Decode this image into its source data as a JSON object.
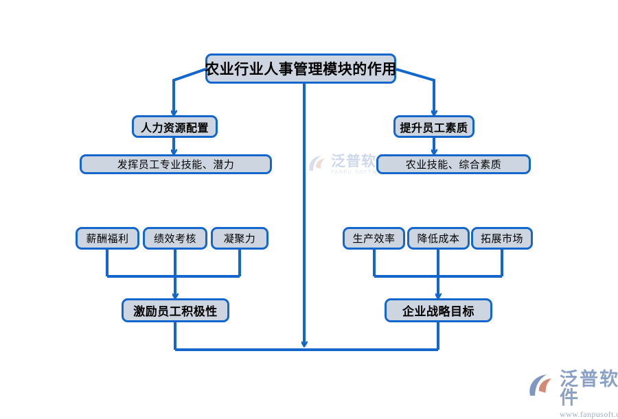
{
  "diagram": {
    "title": "农业行业人事管理模块的作用",
    "type": "flowchart",
    "nodes": [
      {
        "id": "root",
        "label": "农业行业人事管理模块的作用",
        "level": 0
      },
      {
        "id": "branch-left",
        "label": "人力资源配置",
        "level": 1
      },
      {
        "id": "branch-right",
        "label": "提升员工素质",
        "level": 1
      },
      {
        "id": "detail-left",
        "label": "发挥员工专业技能、潜力",
        "level": 2
      },
      {
        "id": "detail-right",
        "label": "农业技能、综合素质",
        "level": 2
      },
      {
        "id": "left-1",
        "label": "薪酬福利",
        "level": 3
      },
      {
        "id": "left-2",
        "label": "绩效考核",
        "level": 3
      },
      {
        "id": "left-3",
        "label": "凝聚力",
        "level": 3
      },
      {
        "id": "right-1",
        "label": "生产效率",
        "level": 3
      },
      {
        "id": "right-2",
        "label": "降低成本",
        "level": 3
      },
      {
        "id": "right-3",
        "label": "拓展市场",
        "level": 3
      },
      {
        "id": "outcome-left",
        "label": "激励员工积极性",
        "level": 4
      },
      {
        "id": "outcome-right",
        "label": "企业战略目标",
        "level": 4
      }
    ],
    "colors": {
      "box_fill": "#cdd5e0",
      "box_border": "#1266cc",
      "connector": "#1266cc",
      "text": "#000000",
      "background": "#ffffff"
    }
  },
  "watermark_center": {
    "brand_cn": "泛普软件",
    "brand_en": "FANPU SOFTWARE"
  },
  "watermark_corner": {
    "brand_cn": "泛普软件",
    "url": "www.fanpusoft.com"
  }
}
